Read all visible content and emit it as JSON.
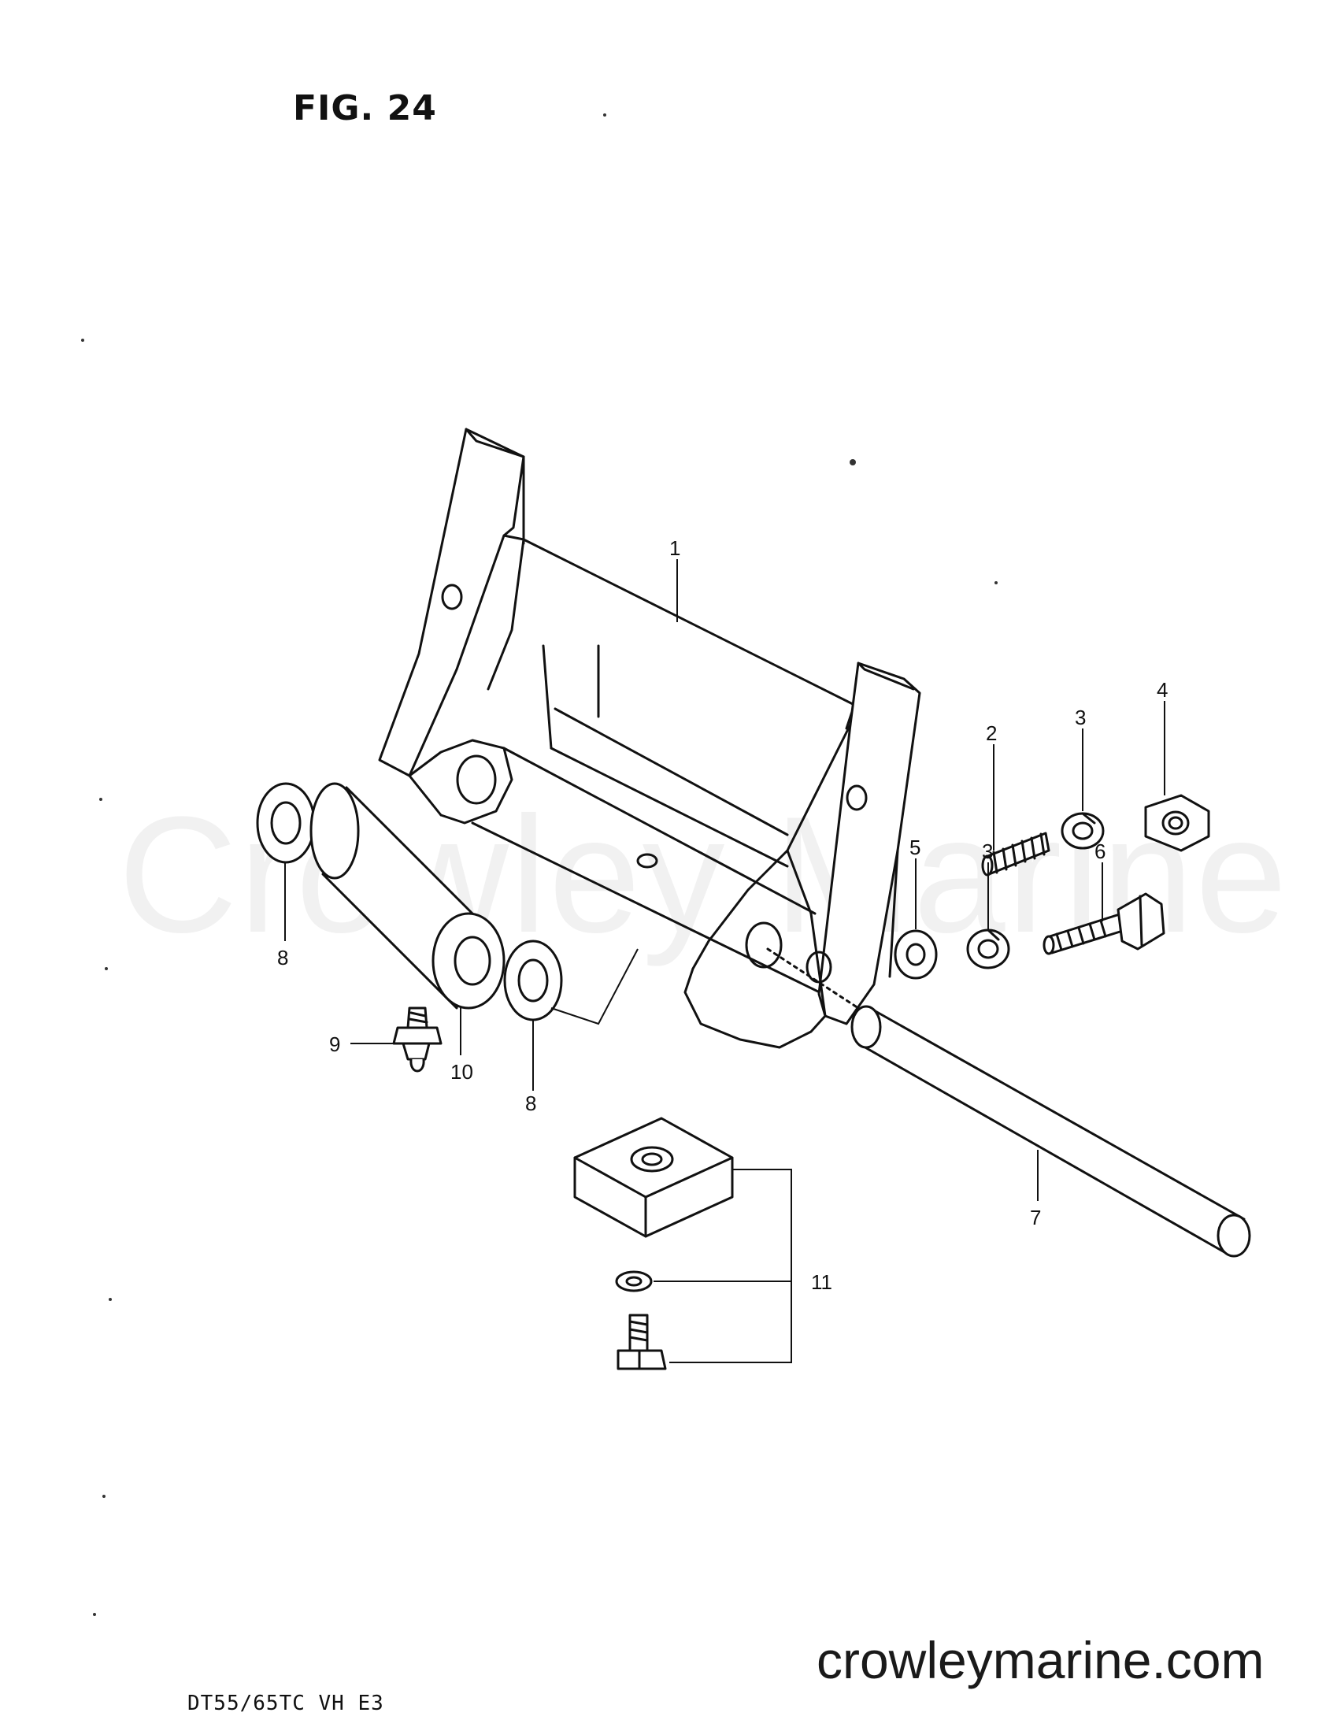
{
  "figure": {
    "title": "FIG. 24",
    "model_code": "DT55/65TC VH E3",
    "watermark": "Crowley Marine",
    "website": "crowleymarine.com"
  },
  "callouts": {
    "c1": "1",
    "c2": "2",
    "c3a": "3",
    "c3b": "3",
    "c4": "4",
    "c5": "5",
    "c6": "6",
    "c7": "7",
    "c8a": "8",
    "c8b": "8",
    "c9": "9",
    "c10": "10",
    "c11": "11"
  }
}
